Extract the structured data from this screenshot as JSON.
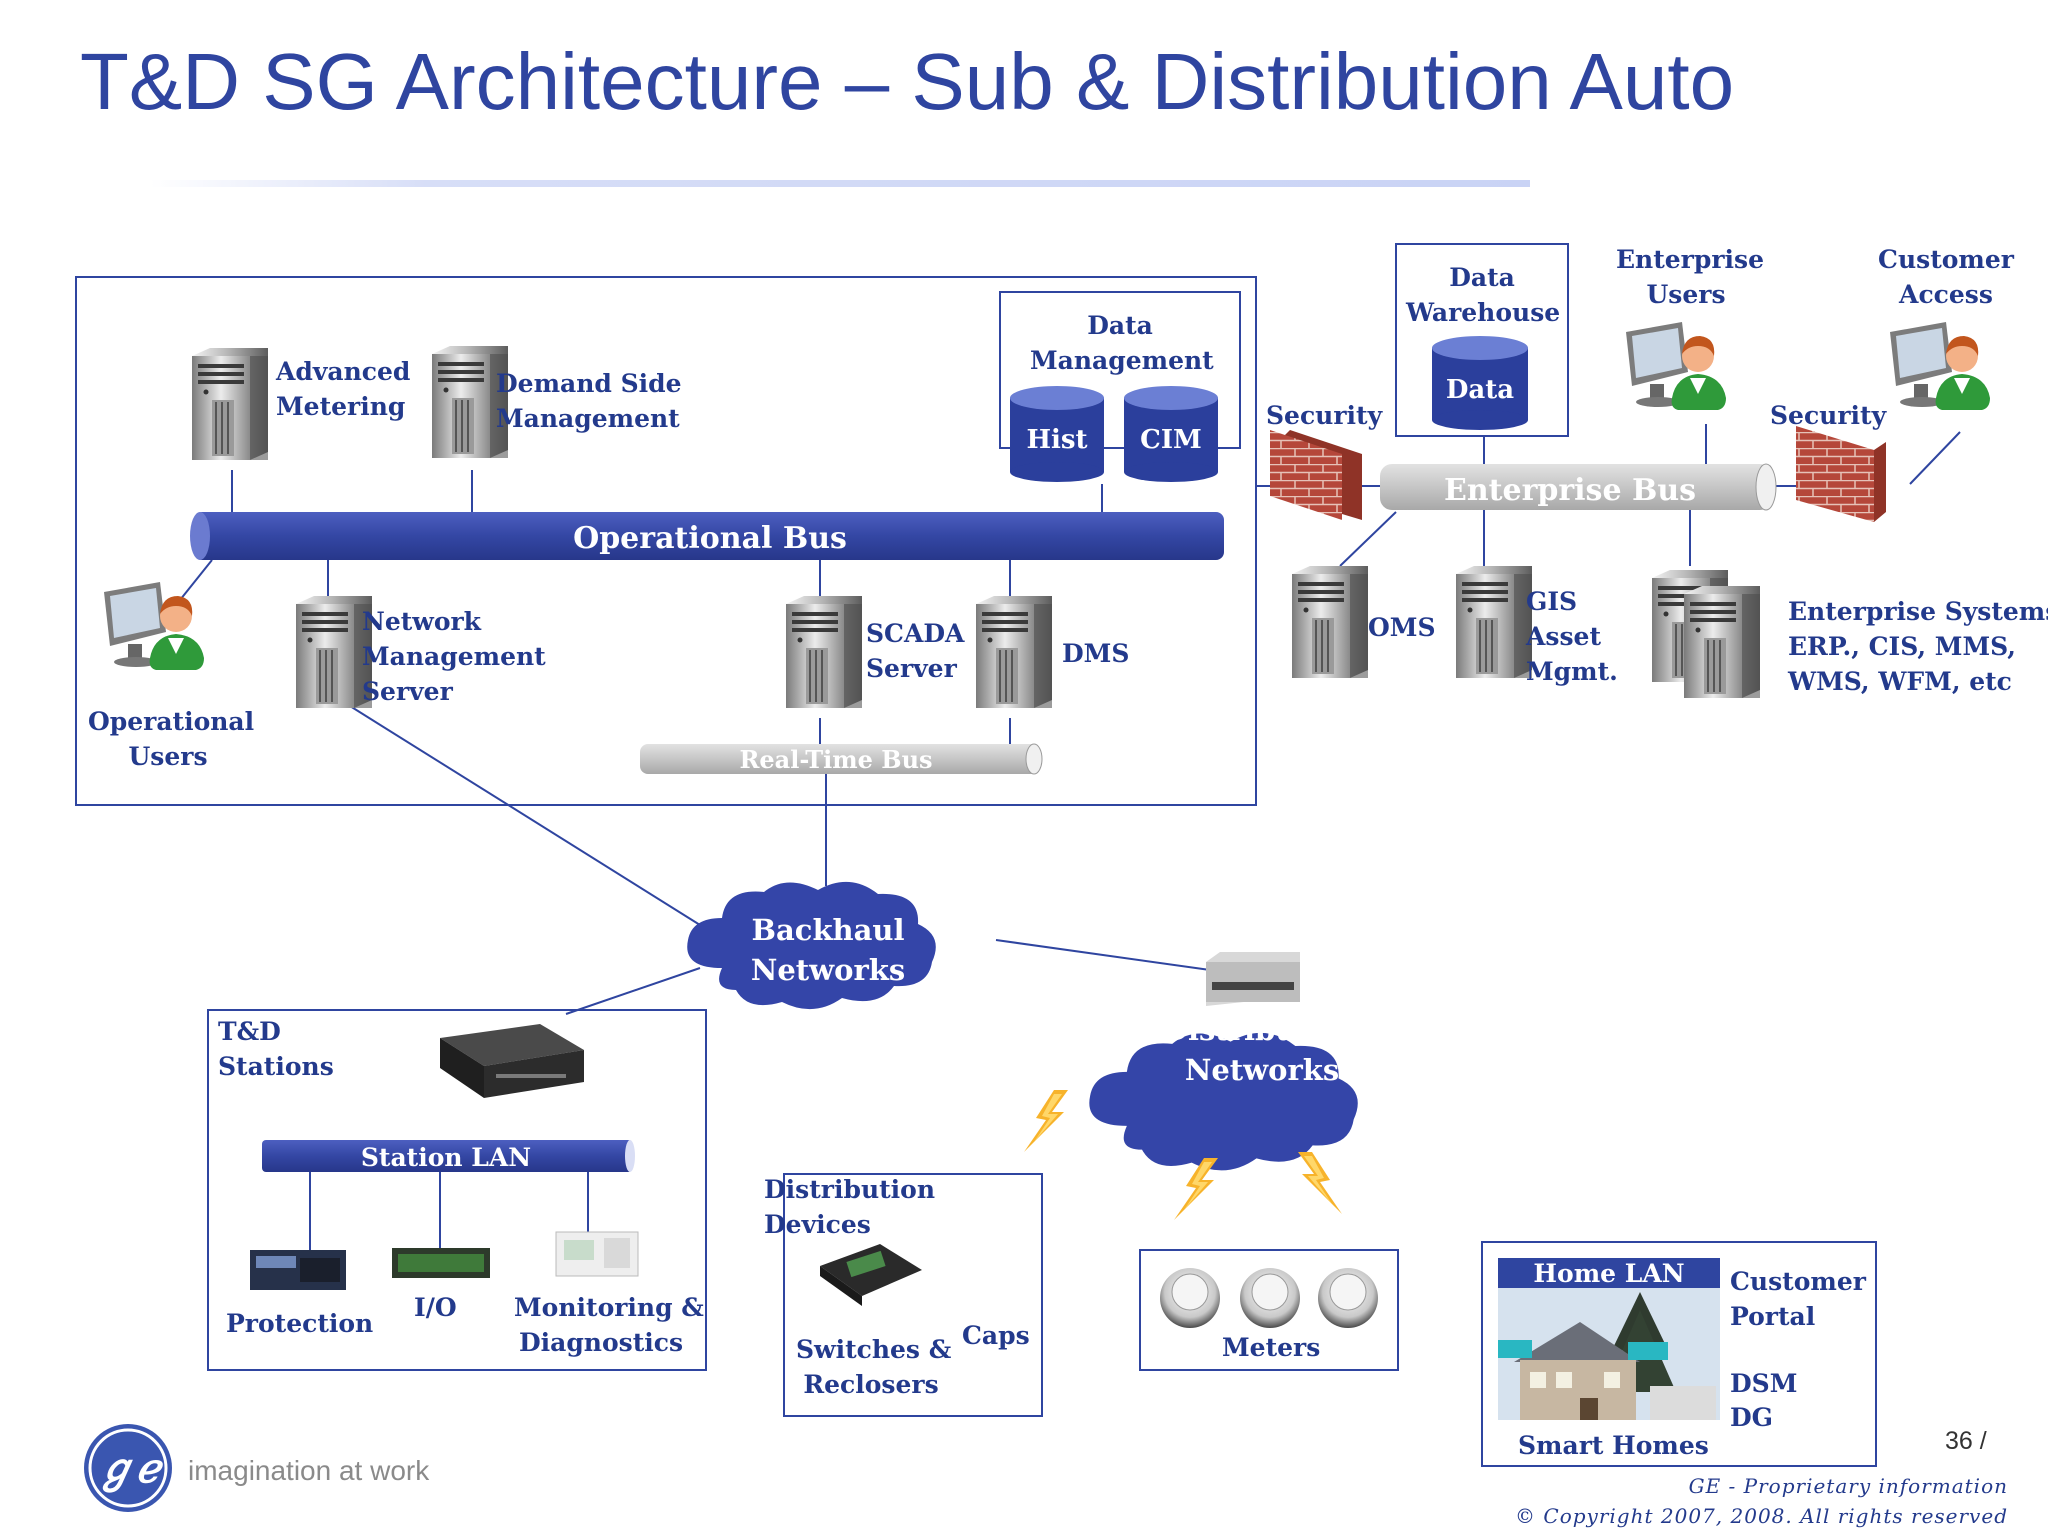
{
  "title": "T&D SG Architecture – Sub & Distribution Auto",
  "page_number": "36 /",
  "tagline": "imagination at work",
  "footer": {
    "line1": "GE - Proprietary information",
    "line2": "© Copyright 2007, 2008. All rights reserved"
  },
  "labels": {
    "advanced_metering": [
      "Advanced",
      "Metering"
    ],
    "demand_side": [
      "Demand Side",
      "Management"
    ],
    "data_management": [
      "Data",
      "Management"
    ],
    "hist": "Hist",
    "cim": "CIM",
    "operational_bus": "Operational Bus",
    "operational_users": [
      "Operational",
      "Users"
    ],
    "network_mgmt": [
      "Network",
      "Management",
      "Server"
    ],
    "scada": [
      "SCADA",
      "Server"
    ],
    "dms": "DMS",
    "realtime_bus": "Real-Time Bus",
    "data_warehouse": [
      "Data",
      "Warehouse"
    ],
    "data": "Data",
    "enterprise_users": [
      "Enterprise",
      "Users"
    ],
    "customer_access": [
      "Customer",
      "Access"
    ],
    "security_left": "Security",
    "security_right": "Security",
    "enterprise_bus": "Enterprise Bus",
    "oms": "OMS",
    "gis": [
      "GIS",
      "Asset",
      "Mgmt."
    ],
    "enterprise_systems": [
      "Enterprise Systems",
      "ERP., CIS, MMS,",
      "WMS, WFM, etc"
    ],
    "backhaul": [
      "Backhaul",
      "Networks"
    ],
    "distribution_networks": [
      "Distribution",
      "Networks"
    ],
    "td_stations": [
      "T&D",
      "Stations"
    ],
    "station_lan": "Station LAN",
    "protection": "Protection",
    "io": "I/O",
    "monitoring": [
      "Monitoring &",
      "Diagnostics"
    ],
    "distribution_devices": [
      "Distribution",
      "Devices"
    ],
    "switches": [
      "Switches &",
      "Reclosers"
    ],
    "caps": "Caps",
    "meters": "Meters",
    "home_lan": "Home LAN",
    "customer_portal": [
      "Customer",
      "Portal"
    ],
    "dsm": "DSM",
    "dg": "DG",
    "smart_homes": "Smart Homes"
  },
  "colors": {
    "accent": "#2f45a0",
    "text": "#233a8c",
    "bus_blue": "#3a4aa8",
    "bus_gray": "#c8c8c8"
  }
}
